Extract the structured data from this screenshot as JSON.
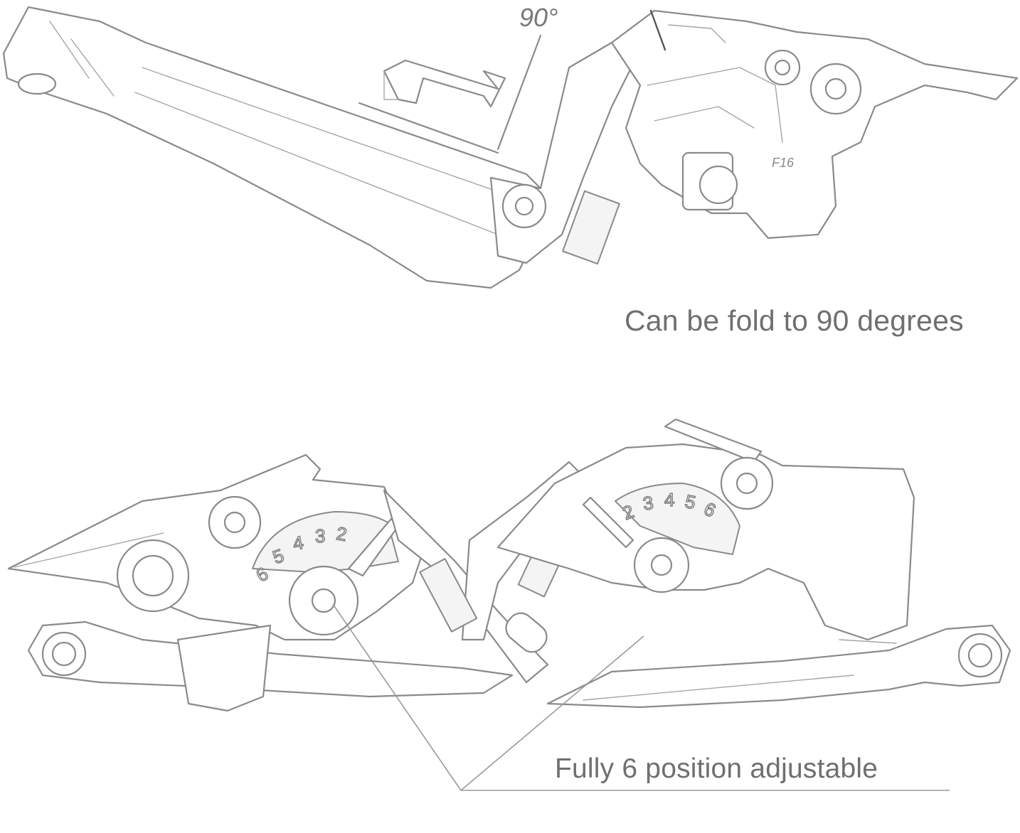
{
  "labels": {
    "angle": "90°",
    "fold_caption": "Can be fold to 90 degrees",
    "adjust_caption": "Fully 6 position adjustable"
  },
  "dials": {
    "left_dial_digits": "65432",
    "right_dial_digits": "23456"
  },
  "icons": {
    "fold-arrow": "right-angle-arrow"
  },
  "colors": {
    "caption_text": "#6f6f6f",
    "line_art": "#8a8a8a",
    "background": "#ffffff"
  }
}
